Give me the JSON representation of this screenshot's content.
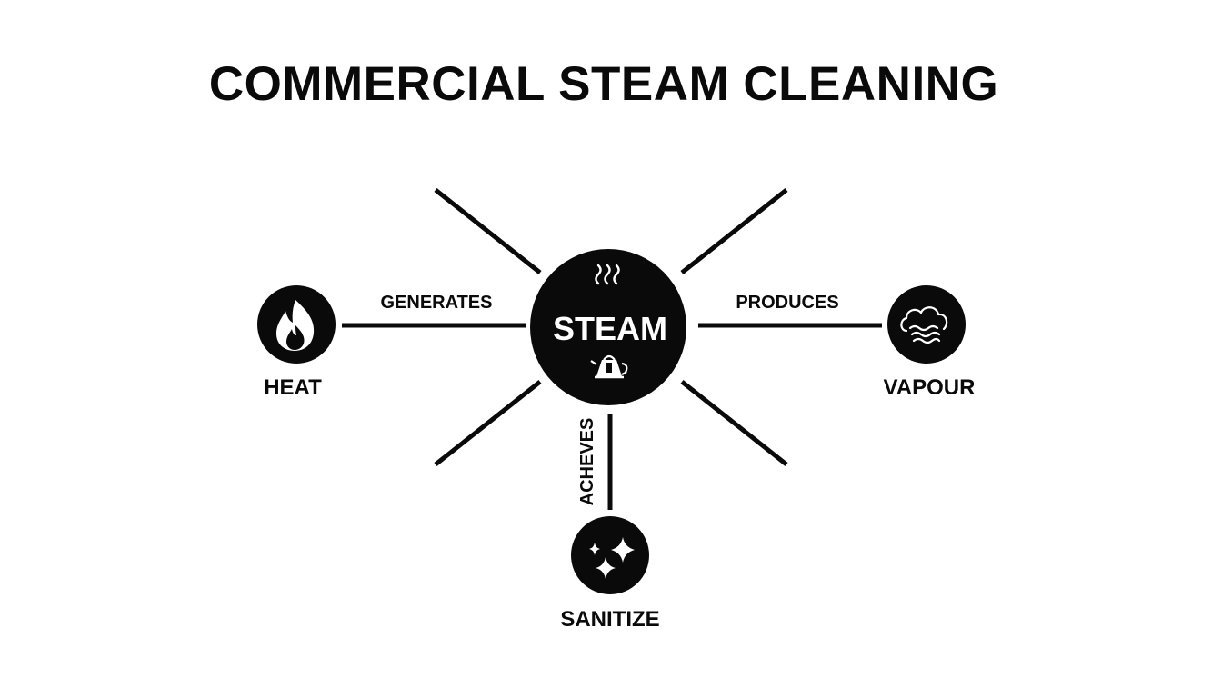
{
  "title": "COMMERCIAL STEAM CLEANING",
  "center": {
    "label": "STEAM",
    "icons": [
      "steam-waves-icon",
      "kettle-icon"
    ]
  },
  "nodes": {
    "heat": {
      "label": "HEAT",
      "icon": "flame-icon"
    },
    "vapour": {
      "label": "VAPOUR",
      "icon": "cloud-vapour-icon"
    },
    "sanitize": {
      "label": "SANITIZE",
      "icon": "sparkles-icon"
    }
  },
  "edges": {
    "heat_to_steam": "GENERATES",
    "steam_to_vapour": "PRODUCES",
    "steam_to_sanitize": "ACHEVES"
  },
  "colors": {
    "ink": "#0a0a0a",
    "background": "#ffffff",
    "icon": "#ffffff"
  }
}
